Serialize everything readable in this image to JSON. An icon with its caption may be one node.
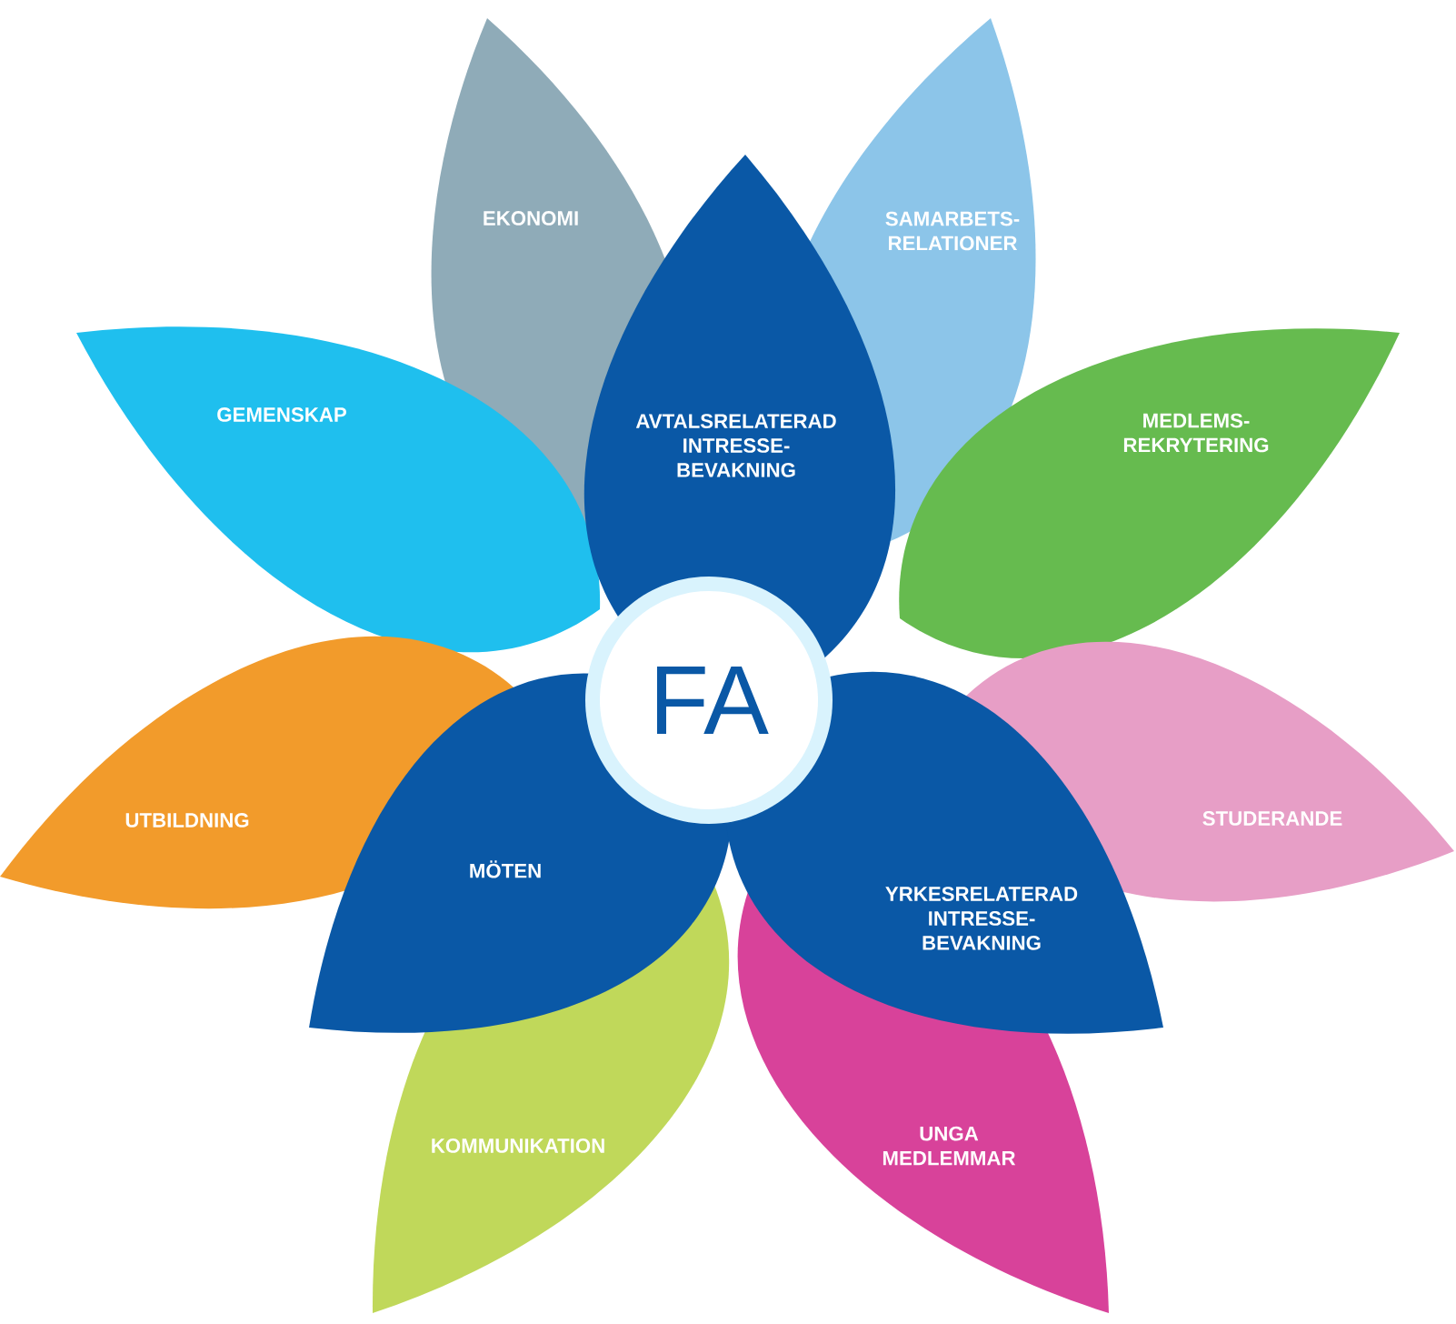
{
  "diagram": {
    "nodes": [
      {
        "text": [
          "EKONOMI"
        ]
      },
      {
        "text": [
          "SAMARBETS- RELATIONER"
        ]
      },
      {
        "text": [
          "GEMENSKAP"
        ]
      },
      {
        "text": [
          "MEDLEMS- REKRYTERING"
        ]
      },
      {
        "text": [
          "STUDERANDE"
        ]
      },
      {
        "text": [
          "UTBILDNING"
        ]
      },
      {
        "text": [
          "KOMMUNIKATION"
        ]
      },
      {
        "text": [
          "UNGA MEDLEMMAR"
        ]
      },
      {
        "text": [
          "AVTALSRELATERAD INTRESSE- BEVAKNING"
        ]
      },
      {
        "text": [
          "MÖTEN"
        ]
      },
      {
        "text": [
          "YRKESRELATERAD INTRESSE- BEVAKNING"
        ]
      },
      {
        "text": [
          "FA"
        ]
      }
    ]
  }
}
